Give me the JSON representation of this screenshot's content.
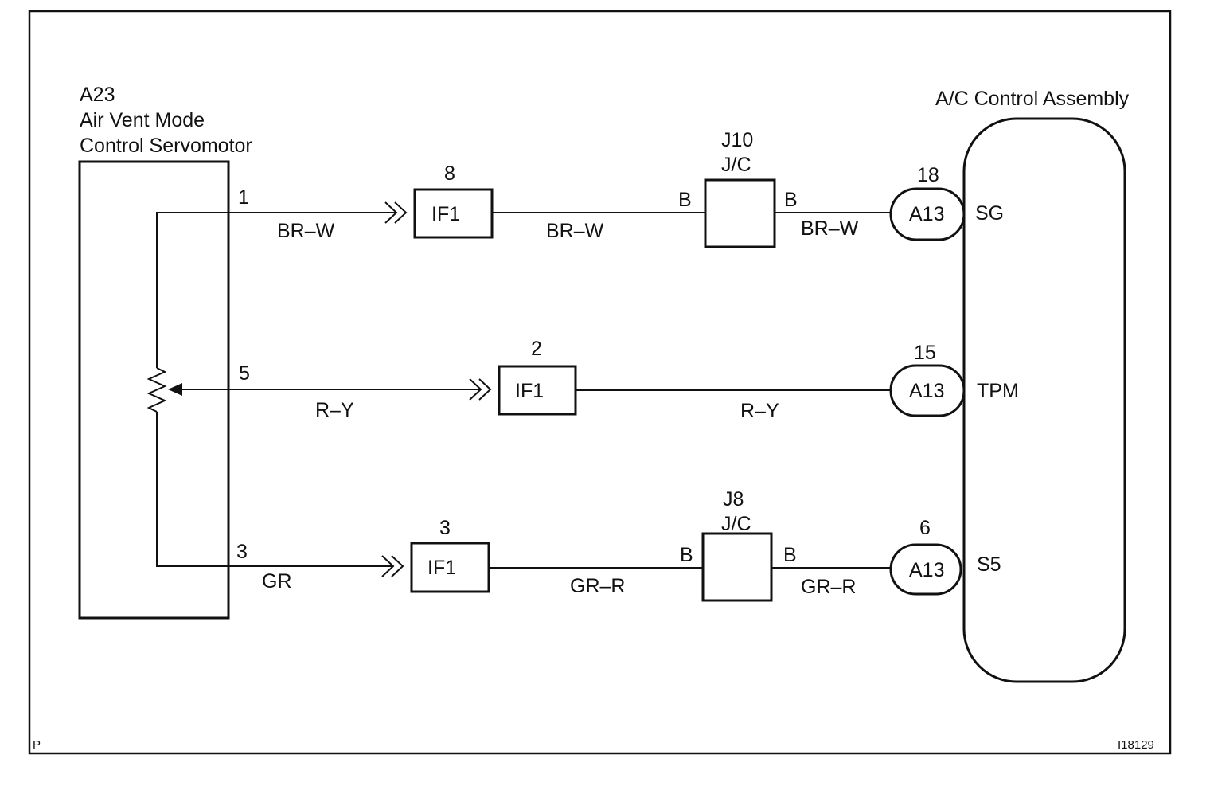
{
  "servomotor": {
    "code": "A23",
    "name_line1": "Air Vent Mode",
    "name_line2": "Control Servomotor",
    "pins": [
      "1",
      "5",
      "3"
    ]
  },
  "ac_control": {
    "title": "A/C Control Assembly",
    "terminals": [
      "SG",
      "TPM",
      "S5"
    ]
  },
  "circuits": [
    {
      "servo_wire": "BR–W",
      "if_pin": "8",
      "if_label": "IF1",
      "mid_wire": "BR–W",
      "jc_code": "J10",
      "jc_label": "J/C",
      "jc_left": "B",
      "jc_right": "B",
      "end_wire": "BR–W",
      "conn_pin": "18",
      "conn_label": "A13"
    },
    {
      "servo_wire": "R–Y",
      "if_pin": "2",
      "if_label": "IF1",
      "end_wire": "R–Y",
      "conn_pin": "15",
      "conn_label": "A13"
    },
    {
      "servo_wire": "GR",
      "if_pin": "3",
      "if_label": "IF1",
      "mid_wire": "GR–R",
      "jc_code": "J8",
      "jc_label": "J/C",
      "jc_left": "B",
      "jc_right": "B",
      "end_wire": "GR–R",
      "conn_pin": "6",
      "conn_label": "A13"
    }
  ],
  "footer": {
    "page_code": "P",
    "figure_id": "I18129"
  }
}
